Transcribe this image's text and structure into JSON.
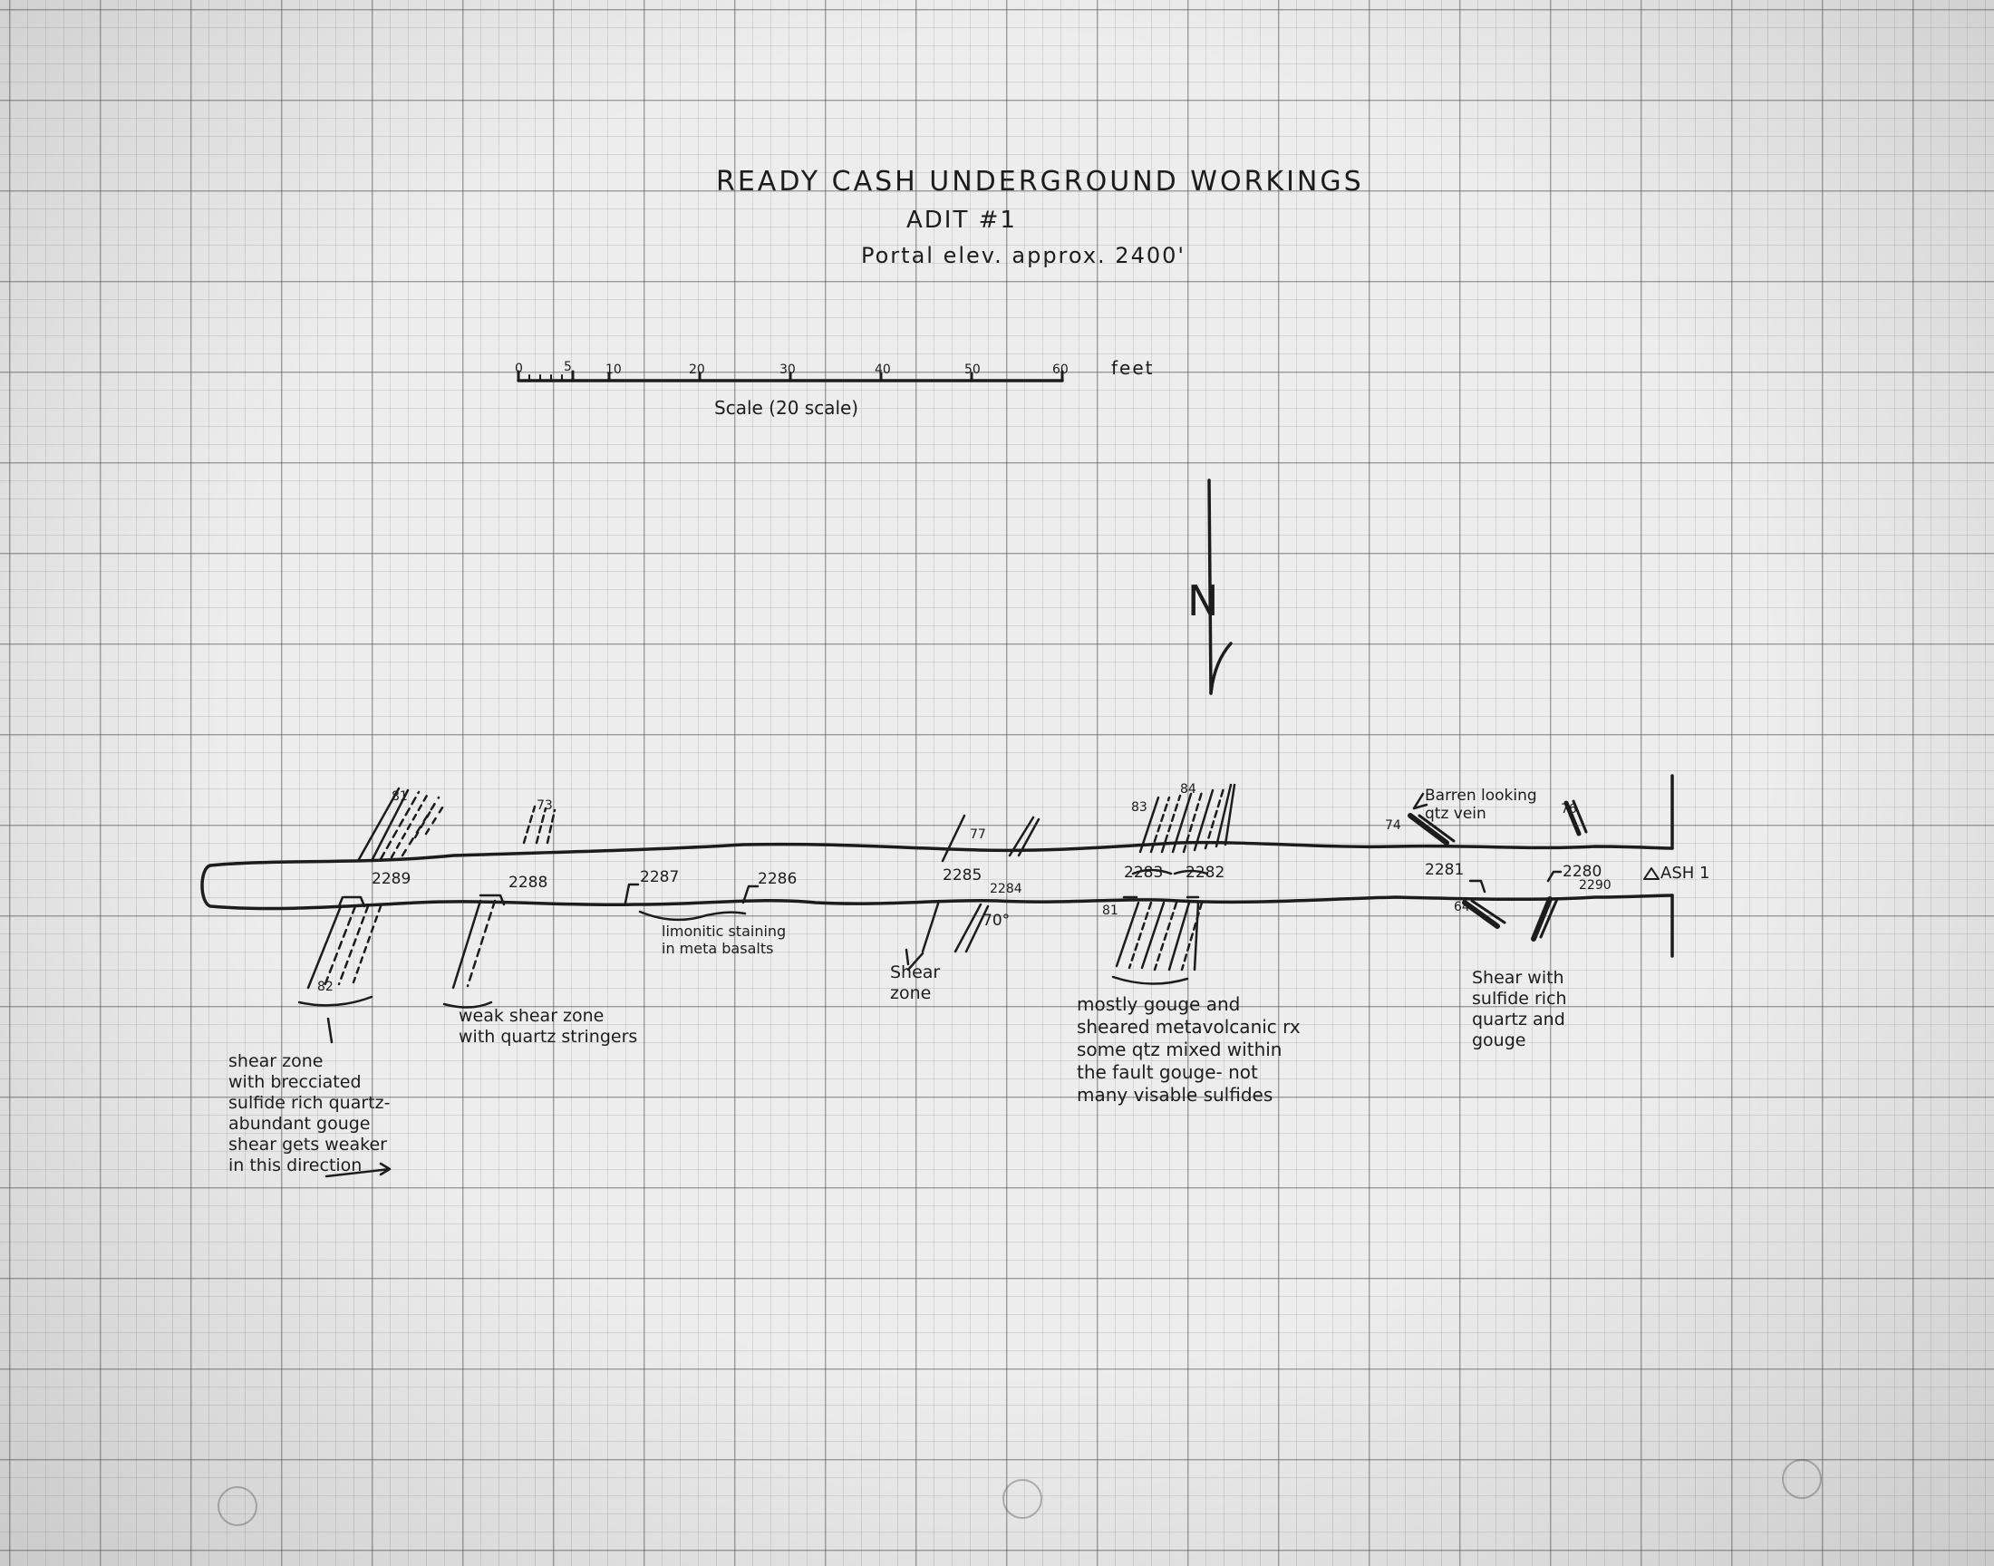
{
  "header": {
    "title": "READY CASH UNDERGROUND WORKINGS",
    "subtitle": "ADIT #1",
    "portal": "Portal elev. approx. 2400'"
  },
  "scale": {
    "ticks": [
      "0",
      "5",
      "10",
      "20",
      "30",
      "40",
      "50",
      "60"
    ],
    "unit": "feet",
    "caption": "Scale (20 scale)"
  },
  "north_arrow": {
    "label": "N"
  },
  "station": "ASH 1",
  "samples": [
    "2289",
    "2288",
    "2287",
    "2286",
    "2285",
    "2284",
    "2283",
    "2282",
    "2281",
    "2280",
    "2290"
  ],
  "dips": [
    "81",
    "73",
    "82",
    "77",
    "70°",
    "83",
    "81",
    "74",
    "64",
    "76",
    "84"
  ],
  "notes": {
    "n1": "shear zone\nwith brecciated\nsulfide rich quartz-\nabundant gouge\nshear gets weaker\nin this direction",
    "n2": "weak shear zone\nwith quartz stringers",
    "n3": "limonitic staining\nin meta basalts",
    "n4": "Shear\nzone",
    "n5": "mostly gouge and\nsheared metavolcanic rx\nsome qtz mixed within\nthe fault gouge- not\nmany visable sulfides",
    "n6": "Barren looking\nqtz vein",
    "n7": "Shear with\nsulfide rich\nquartz and\ngouge"
  }
}
